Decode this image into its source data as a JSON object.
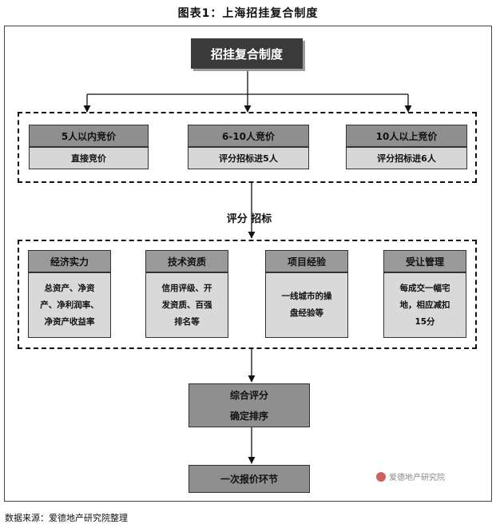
{
  "title": "图表1：上海招挂复合制度",
  "top_box": "招挂复合制度",
  "tier1": [
    {
      "head": "5人以内竞价",
      "body": "直接竞价"
    },
    {
      "head": "6-10人竞价",
      "body": "评分招标进5人"
    },
    {
      "head": "10人以上竞价",
      "body": "评分招标进6人"
    }
  ],
  "middle_label": "评分 招标",
  "criteria": [
    {
      "head": "经济实力",
      "lines": [
        "总资产、净资",
        "产、净利润率、",
        "净资产收益率"
      ]
    },
    {
      "head": "技术资质",
      "lines": [
        "信用评级、开",
        "发资质、百强",
        "排名等"
      ]
    },
    {
      "head": "项目经验",
      "lines": [
        "一线城市的操",
        "盘经验等"
      ]
    },
    {
      "head": "受让管理",
      "lines": [
        "每成交一幅宅",
        "地，相应减扣",
        "15分"
      ]
    }
  ],
  "eval_box": [
    "综合评分",
    "确定排序"
  ],
  "final_box": "一次报价环节",
  "watermark": "爱德地产研究院",
  "footer": "数据来源：爱德地产研究院整理"
}
